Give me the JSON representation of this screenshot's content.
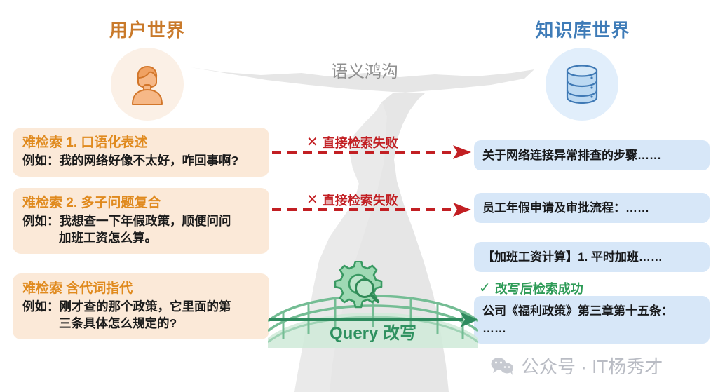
{
  "headers": {
    "user_world": "用户世界",
    "kb_world": "知识库世界",
    "user_color": "#c97a2b",
    "kb_color": "#3f7cb8"
  },
  "gap": {
    "label": "语义鸿沟",
    "color": "#8f8f8f"
  },
  "icons": {
    "user": "user-avatar-icon",
    "database": "database-icon",
    "gear_search": "gear-magnifier-icon",
    "wechat": "wechat-logo-icon",
    "fail": "x-cross-icon",
    "success": "check-icon"
  },
  "queries": [
    {
      "title": "难检索 1. 口语化表述",
      "prefix": "例如：",
      "lines": [
        "我的网络好像不太好，咋回事啊?"
      ]
    },
    {
      "title": "难检索 2. 多子问题复合",
      "prefix": "例如：",
      "lines": [
        "我想查一下年假政策，顺便问问",
        "加班工资怎么算。"
      ]
    },
    {
      "title": "难检索 含代词指代",
      "prefix": "例如：",
      "lines": [
        "刚才查的那个政策，它里面的第",
        "三条具体怎么规定的?"
      ]
    }
  ],
  "results": [
    {
      "lines": [
        "关于网络连接异常排查的步骤……"
      ]
    },
    {
      "lines": [
        "员工年假申请及审批流程：……"
      ]
    },
    {
      "lines": [
        "【加班工资计算】1. 平时加班……"
      ]
    },
    {
      "lines": [
        "公司《福利政策》第三章第十五条：",
        "……"
      ]
    }
  ],
  "edges": {
    "fail_label": "直接检索失败",
    "fail_mark": "✕",
    "fail_color": "#c21f23",
    "success_label": "改写后检索成功",
    "success_mark": "✓",
    "success_color": "#2e9b57"
  },
  "bridge": {
    "label": "Query 改写",
    "color": "#2f9160"
  },
  "watermark": {
    "text": "公众号 · IT杨秀才",
    "color": "#b9bcc4"
  }
}
